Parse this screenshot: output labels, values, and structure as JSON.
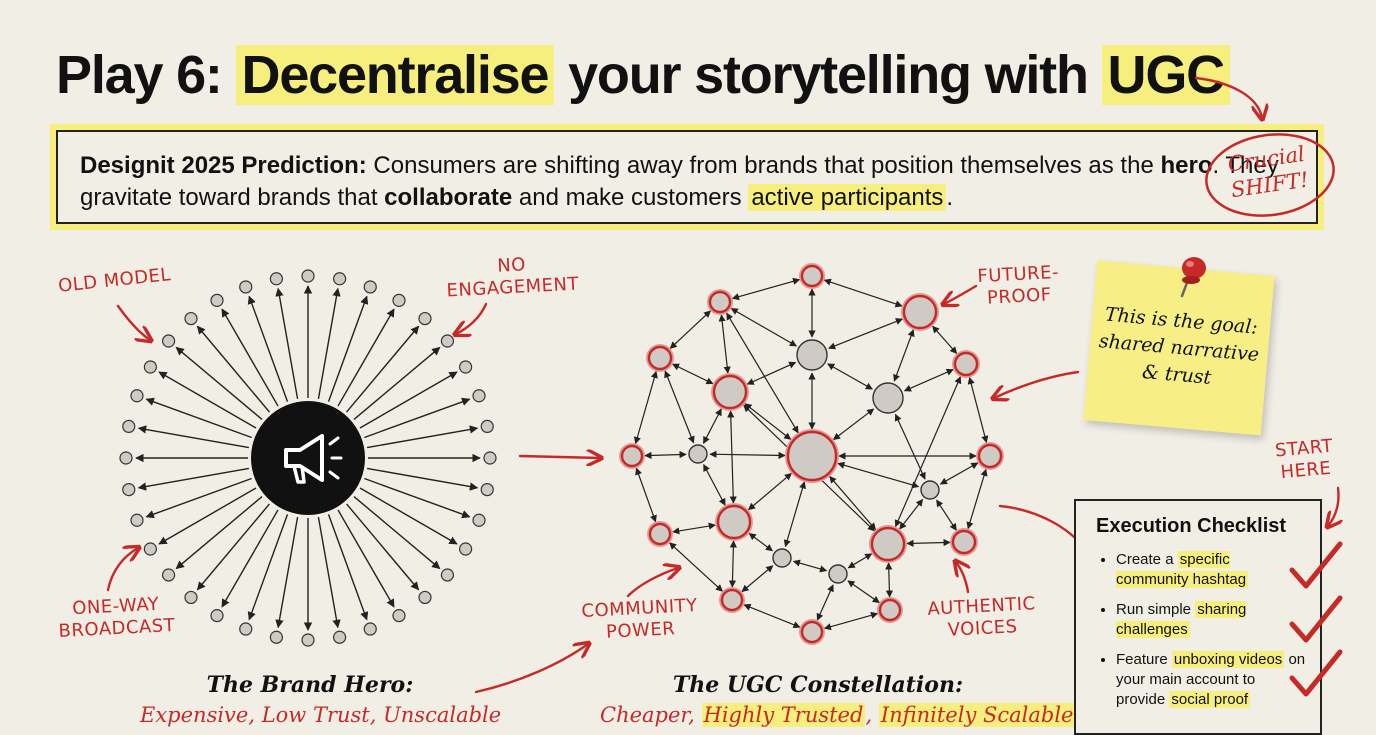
{
  "title": {
    "prefix": "Play 6: ",
    "highlight1": "Decentralise",
    "middle": " your storytelling with ",
    "highlight2": "UGC"
  },
  "prediction": {
    "label": "Designit 2025 Prediction:",
    "text1": " Consumers are shifting away from brands that position themselves as the ",
    "bold1": "hero",
    "text2": ". They gravitate toward brands that ",
    "bold2": "collaborate",
    "text3": " and make customers ",
    "highlight": "active participants",
    "text4": "."
  },
  "annotations": {
    "crucial_line1": "Crucial",
    "crucial_line2": "SHIFT!",
    "old_model": "OLD MODEL",
    "no_engagement_line1": "NO",
    "no_engagement_line2": "ENGAGEMENT",
    "one_way_line1": "ONE-WAY",
    "one_way_line2": "BROADCAST",
    "future_proof_line1": "FUTURE-",
    "future_proof_line2": "PROOF",
    "community_line1": "COMMUNITY",
    "community_line2": "POWER",
    "authentic_line1": "AUTHENTIC",
    "authentic_line2": "VOICES",
    "start_here_line1": "START",
    "start_here_line2": "HERE"
  },
  "brand_hero": {
    "title": "The Brand Hero:",
    "subtitle": "Expensive, Low Trust, Unscalable",
    "icon": "megaphone-icon"
  },
  "ugc": {
    "title": "The UGC Constellation:",
    "sub1": "Cheaper",
    "sep1": ", ",
    "sub2": "Highly Trusted",
    "sep2": ", ",
    "sub3": "Infinitely Scalable"
  },
  "sticky_note": {
    "line1": "This is the goal:",
    "line2": "shared narrative",
    "line3": "& trust"
  },
  "checklist": {
    "title": "Execution Checklist",
    "item1_a": "Create a ",
    "item1_hl": "specific community hashtag",
    "item2_a": "Run simple ",
    "item2_hl": "sharing challenges",
    "item3_a": "Feature ",
    "item3_hl": "unboxing videos",
    "item3_b": " on your main account to provide ",
    "item3_hl2": "social proof"
  },
  "colors": {
    "accent_red": "#c52a28",
    "highlight_yellow": "#f6ef7e",
    "background": "#f1eee6",
    "node_fill": "#cfcac3"
  }
}
